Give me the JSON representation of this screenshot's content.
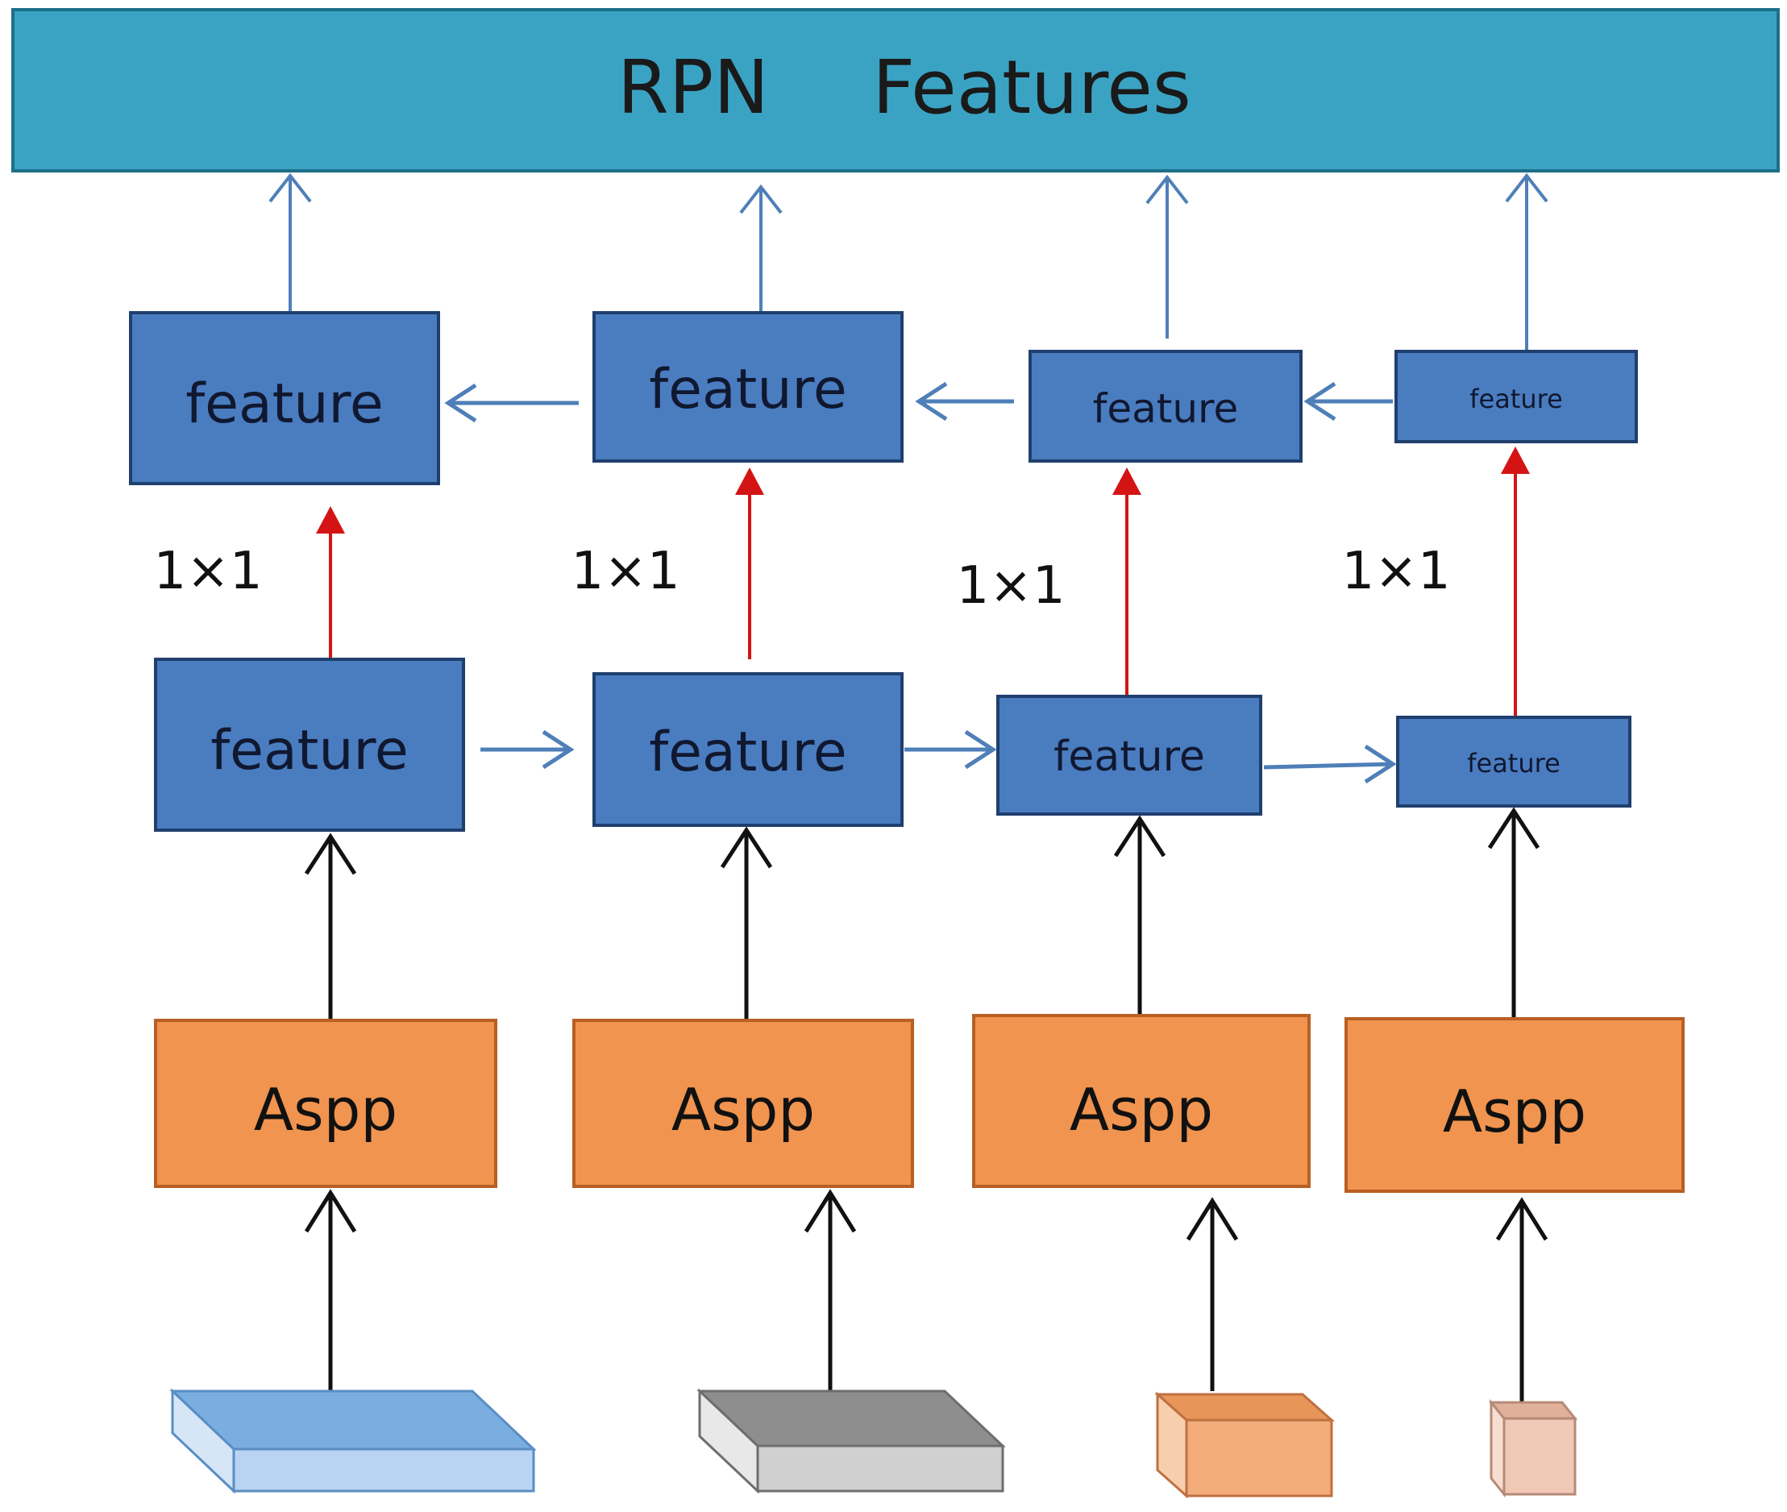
{
  "header": {
    "title_left": "RPN",
    "title_right": "Features"
  },
  "top_row": {
    "labels": [
      "feature",
      "feature",
      "feature",
      "feature"
    ]
  },
  "middle_row": {
    "labels": [
      "feature",
      "feature",
      "feature",
      "feature"
    ]
  },
  "conv_labels": [
    "1×1",
    "1×1",
    "1×1",
    "1×1"
  ],
  "aspp_row": {
    "labels": [
      "Aspp",
      "Aspp",
      "Aspp",
      "Aspp"
    ]
  },
  "colors": {
    "header_fill": "#3aa3c3",
    "feature_fill": "#4a7cc0",
    "feature_stroke": "#1f3f6e",
    "aspp_fill": "#f0944f",
    "aspp_stroke": "#b85f22",
    "lateral_arrow": "#4f7fb8",
    "conv_arrow": "#d41414",
    "input_arrow": "#111111",
    "input_blue": "#9ec3ea",
    "input_gray": "#a9a9a9",
    "input_orange": "#f2ad7a",
    "input_peach": "#efc9b5"
  }
}
